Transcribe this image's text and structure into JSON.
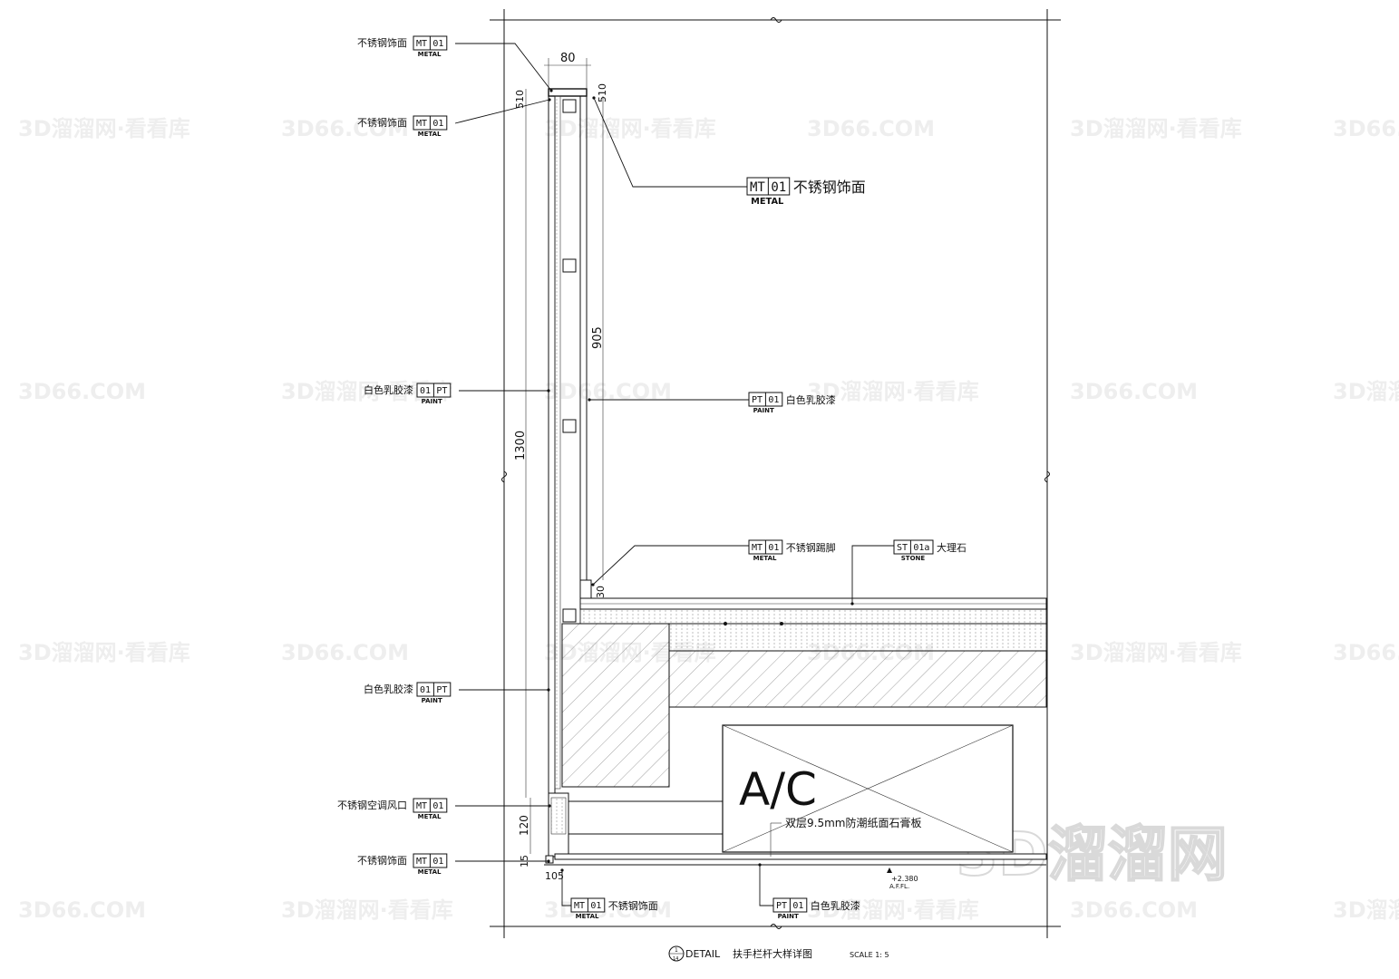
{
  "labels": {
    "l1": {
      "text": "不锈钢饰面",
      "code": "MT",
      "num": "01",
      "sub": "METAL"
    },
    "l2": {
      "text": "不锈钢饰面",
      "code": "MT",
      "num": "01",
      "sub": "METAL"
    },
    "l3": {
      "text": "白色乳胶漆",
      "code": "PT",
      "num": "01",
      "sub": "PAINT"
    },
    "l4": {
      "text": "白色乳胶漆",
      "code": "PT",
      "num": "01",
      "sub": "PAINT"
    },
    "l5": {
      "text": "不锈钢空调风口",
      "code": "MT",
      "num": "01",
      "sub": "METAL"
    },
    "l6": {
      "text": "不锈钢饰面",
      "code": "MT",
      "num": "01",
      "sub": "METAL"
    },
    "r1": {
      "text": "不锈钢饰面",
      "code": "MT",
      "num": "01",
      "sub": "METAL"
    },
    "r2": {
      "text": "白色乳胶漆",
      "code": "PT",
      "num": "01",
      "sub": "PAINT"
    },
    "r3": {
      "text": "不锈钢踢脚",
      "code": "MT",
      "num": "01",
      "sub": "METAL"
    },
    "r4": {
      "text": "大理石",
      "code": "ST",
      "num": "01a",
      "sub": "STONE"
    },
    "b1": {
      "text": "不锈钢饰面",
      "code": "MT",
      "num": "01",
      "sub": "METAL"
    },
    "b2": {
      "text": "白色乳胶漆",
      "code": "PT",
      "num": "01",
      "sub": "PAINT"
    }
  },
  "dimensions": {
    "top_width": "80",
    "top_left": "510",
    "top_right": "510",
    "height_total": "1300",
    "height_panel": "905",
    "skirting": "30",
    "vent": "120",
    "bottom_gap": "15",
    "bottom_width": "105"
  },
  "annotations": {
    "ac": "A/C",
    "board": "双层9.5mm防潮纸面石膏板",
    "level": "+2.380",
    "level_sub": "A.F.FL."
  },
  "title_block": {
    "symbol_top": "1",
    "symbol_bottom": "14",
    "detail": "DETAIL",
    "title": "扶手栏杆大样详图",
    "scale": "SCALE 1: 5"
  },
  "watermark": {
    "brand": "3D溜溜网",
    "repeat_a": "3D66.COM",
    "repeat_b": "3D溜溜网·看看库"
  }
}
